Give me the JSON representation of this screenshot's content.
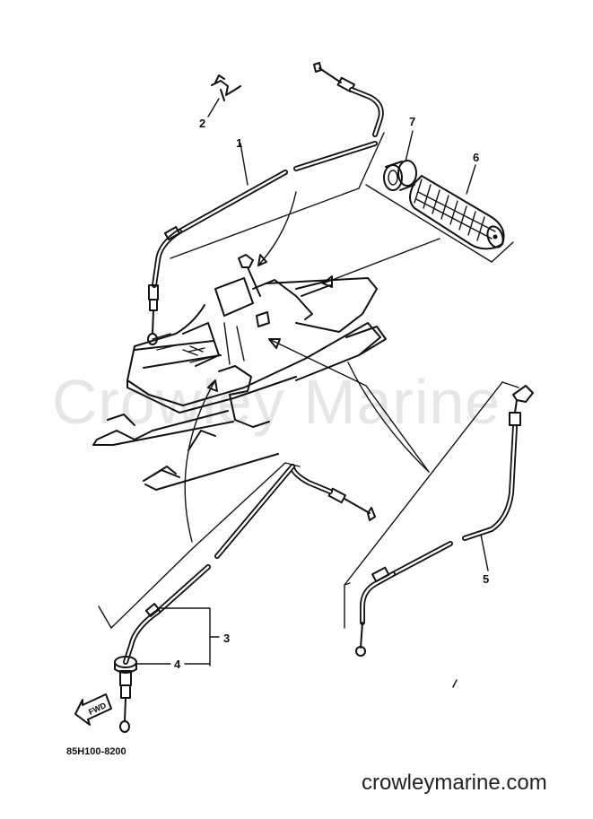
{
  "watermark": "Crowley Marine",
  "diagram_code": "85H100-8200",
  "footer_url": "crowleymarine.com",
  "fwd_label": "FWD",
  "callouts": [
    {
      "name": "callout-1",
      "label": "1"
    },
    {
      "name": "callout-2",
      "label": "2"
    },
    {
      "name": "callout-3",
      "label": "3"
    },
    {
      "name": "callout-4",
      "label": "4"
    },
    {
      "name": "callout-5",
      "label": "5"
    },
    {
      "name": "callout-6",
      "label": "6"
    },
    {
      "name": "callout-7",
      "label": "7"
    }
  ]
}
